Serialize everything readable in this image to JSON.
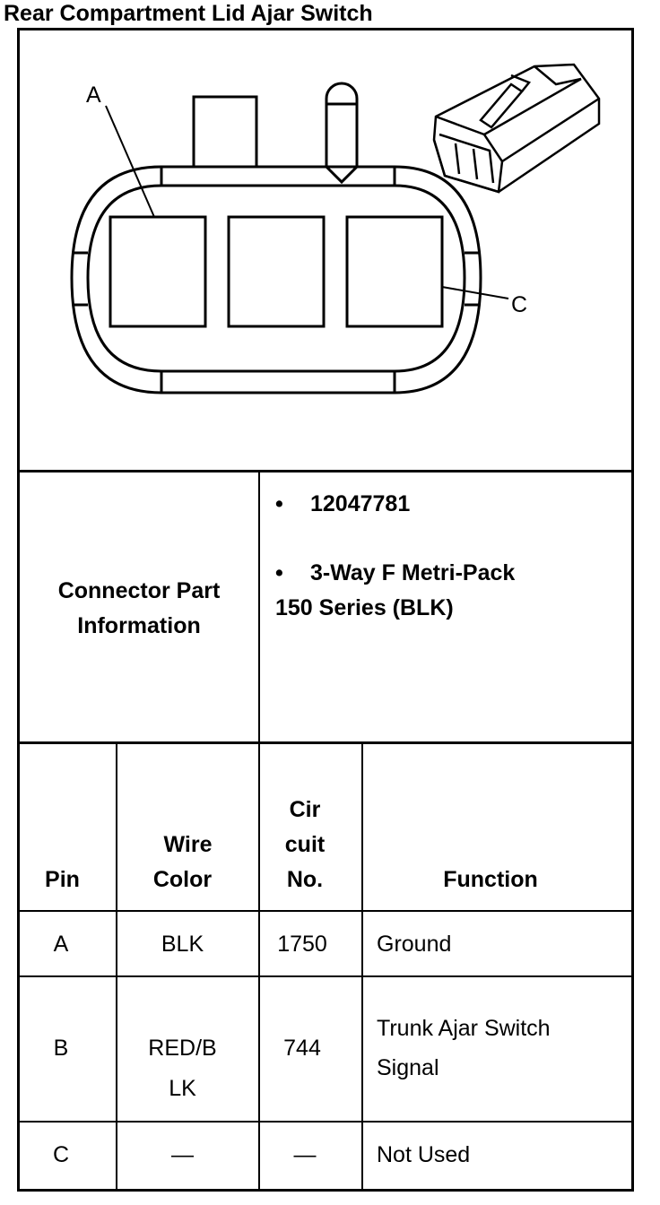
{
  "title": "Rear Compartment Lid Ajar Switch",
  "diagram": {
    "label_a": "A",
    "label_c": "C"
  },
  "connector_info": {
    "label_line1": "Connector Part",
    "label_line2": "Information",
    "part_number": "12047781",
    "description_line1": "3-Way F Metri-Pack",
    "description_line2": "150 Series (BLK)",
    "bullet": "•"
  },
  "table": {
    "headers": {
      "pin": "Pin",
      "wire_color_line1": "Wire",
      "wire_color_line2": "Color",
      "circuit_line1": "Cir",
      "circuit_line2": "cuit",
      "circuit_line3": "No.",
      "function": "Function"
    },
    "rows": [
      {
        "pin": "A",
        "wire_line1": "BLK",
        "wire_line2": "",
        "circuit": "1750",
        "function_line1": "Ground",
        "function_line2": ""
      },
      {
        "pin": "B",
        "wire_line1": "RED/B",
        "wire_line2": "LK",
        "circuit": "744",
        "function_line1": "Trunk Ajar Switch",
        "function_line2": "Signal"
      },
      {
        "pin": "C",
        "wire_line1": "—",
        "wire_line2": "",
        "circuit": "—",
        "function_line1": "Not Used",
        "function_line2": ""
      }
    ]
  }
}
